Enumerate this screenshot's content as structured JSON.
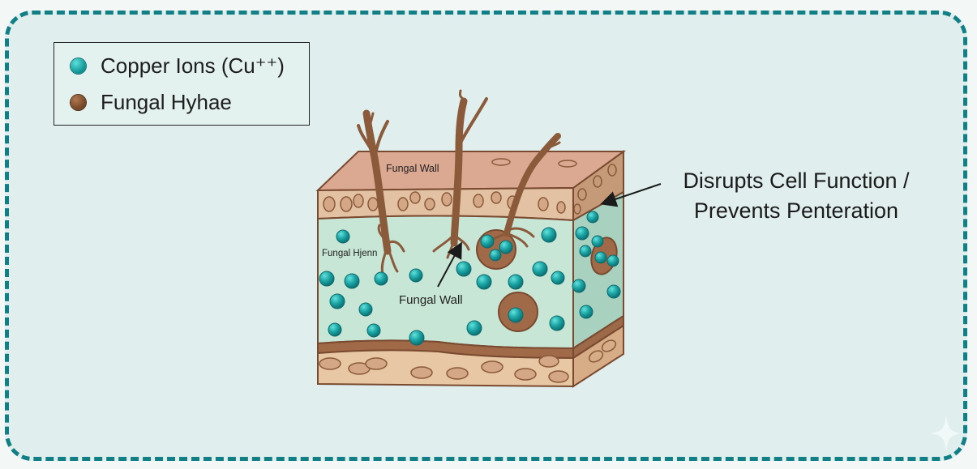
{
  "legend": {
    "items": [
      {
        "label": "Copper Ions (Cu⁺⁺)",
        "icon": "copper-ion-dot",
        "color": "#1aa3a3"
      },
      {
        "label": "Fungal Hyhae",
        "icon": "fungal-hyphae-dot",
        "color": "#7a4a2a"
      }
    ]
  },
  "labels": {
    "top_wall": "Fungal Wall",
    "left_side": "Fungal Hjenn",
    "middle_arrow": "Fungal Wall"
  },
  "callout": {
    "line1": "Disrupts Cell Function /",
    "line2": "Prevents Penteration"
  },
  "colors": {
    "frame_border": "#117f86",
    "background": "#e0efee",
    "copper_ion": "#1aa3a3",
    "hyphae": "#8a5a3a",
    "top_layer": "#dba892",
    "cell_layer": "#e3c2a4",
    "fluid_layer": "#c8e6d6",
    "bottom_layer": "#e8c8a4",
    "outline": "#7a4a30"
  }
}
